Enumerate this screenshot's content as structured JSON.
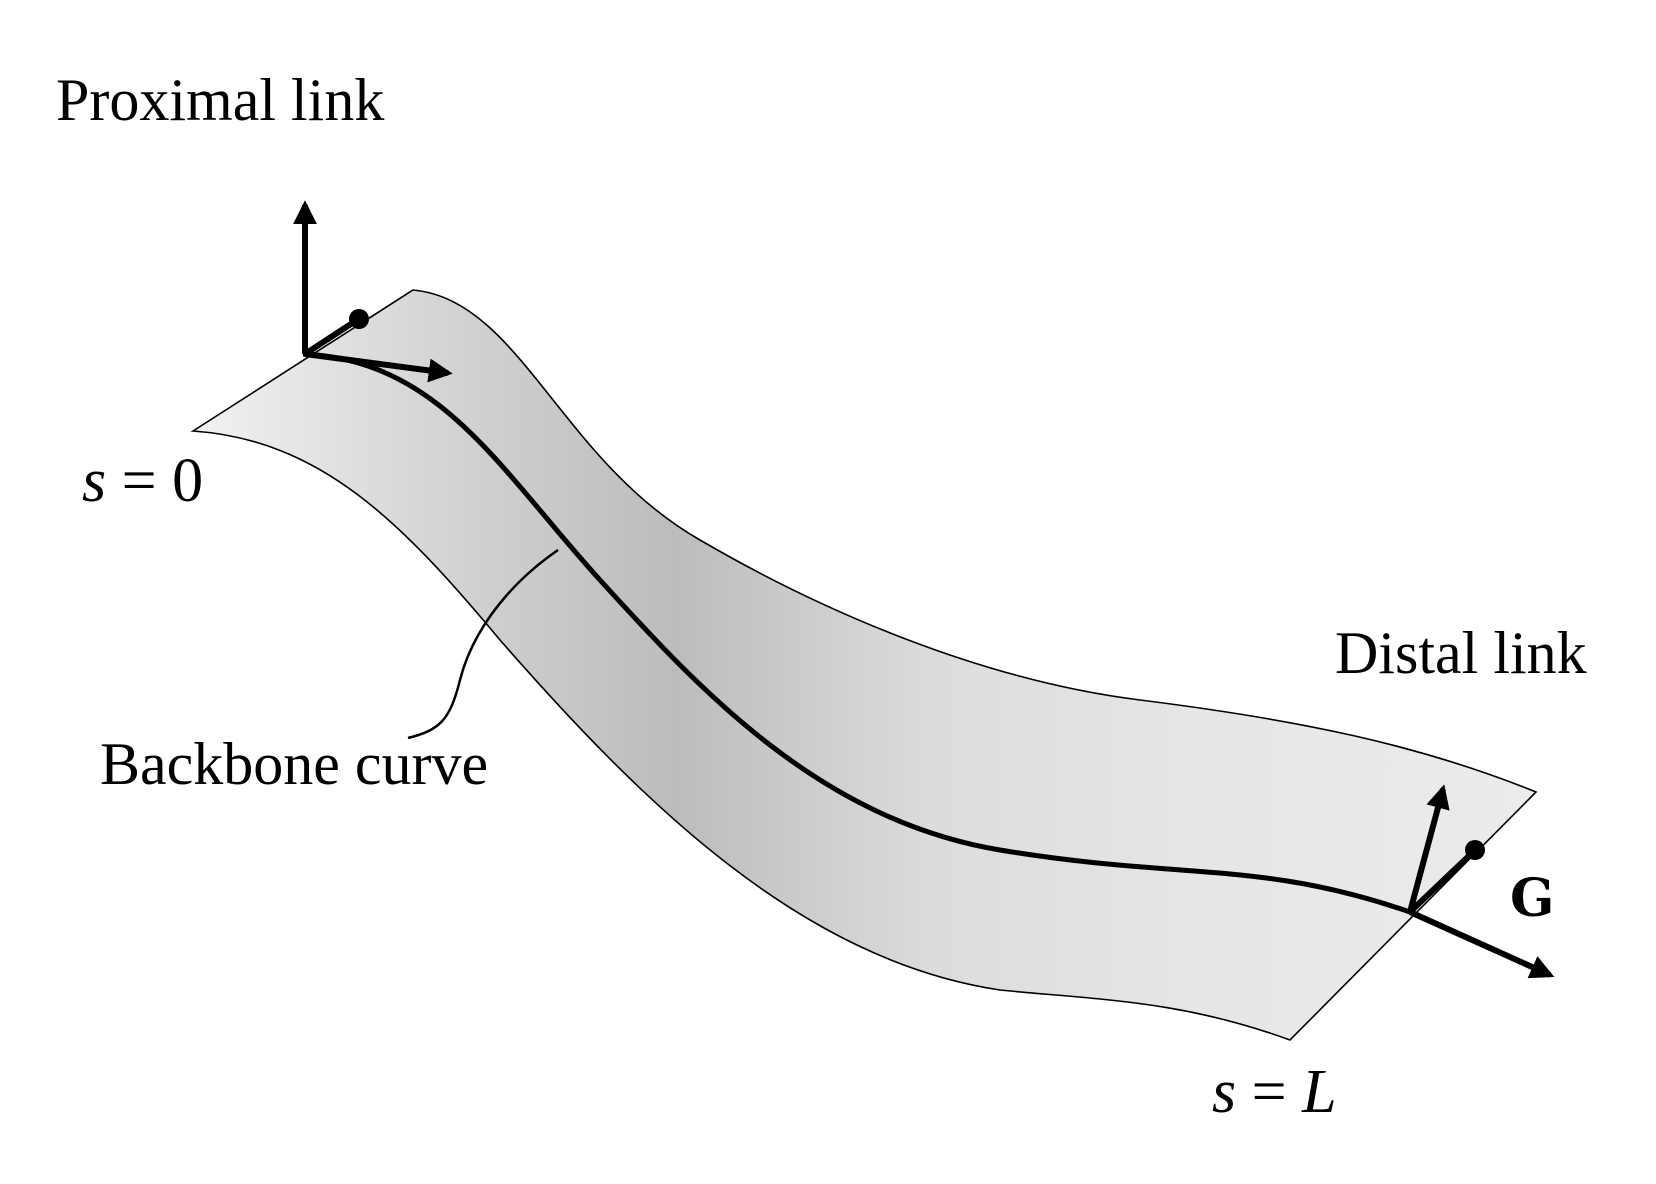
{
  "labels": {
    "proximal": "Proximal link",
    "distal": "Distal link",
    "backbone": "Backbone curve",
    "s_start_var": "s",
    "s_start_eq": "= 0",
    "s_end_var": "s",
    "s_end_eq": "=",
    "s_end_val": "L",
    "frame_name": "G"
  },
  "colors": {
    "surface_light": "#ebebeb",
    "surface_dark": "#bdbdbd",
    "stroke": "#000000"
  }
}
